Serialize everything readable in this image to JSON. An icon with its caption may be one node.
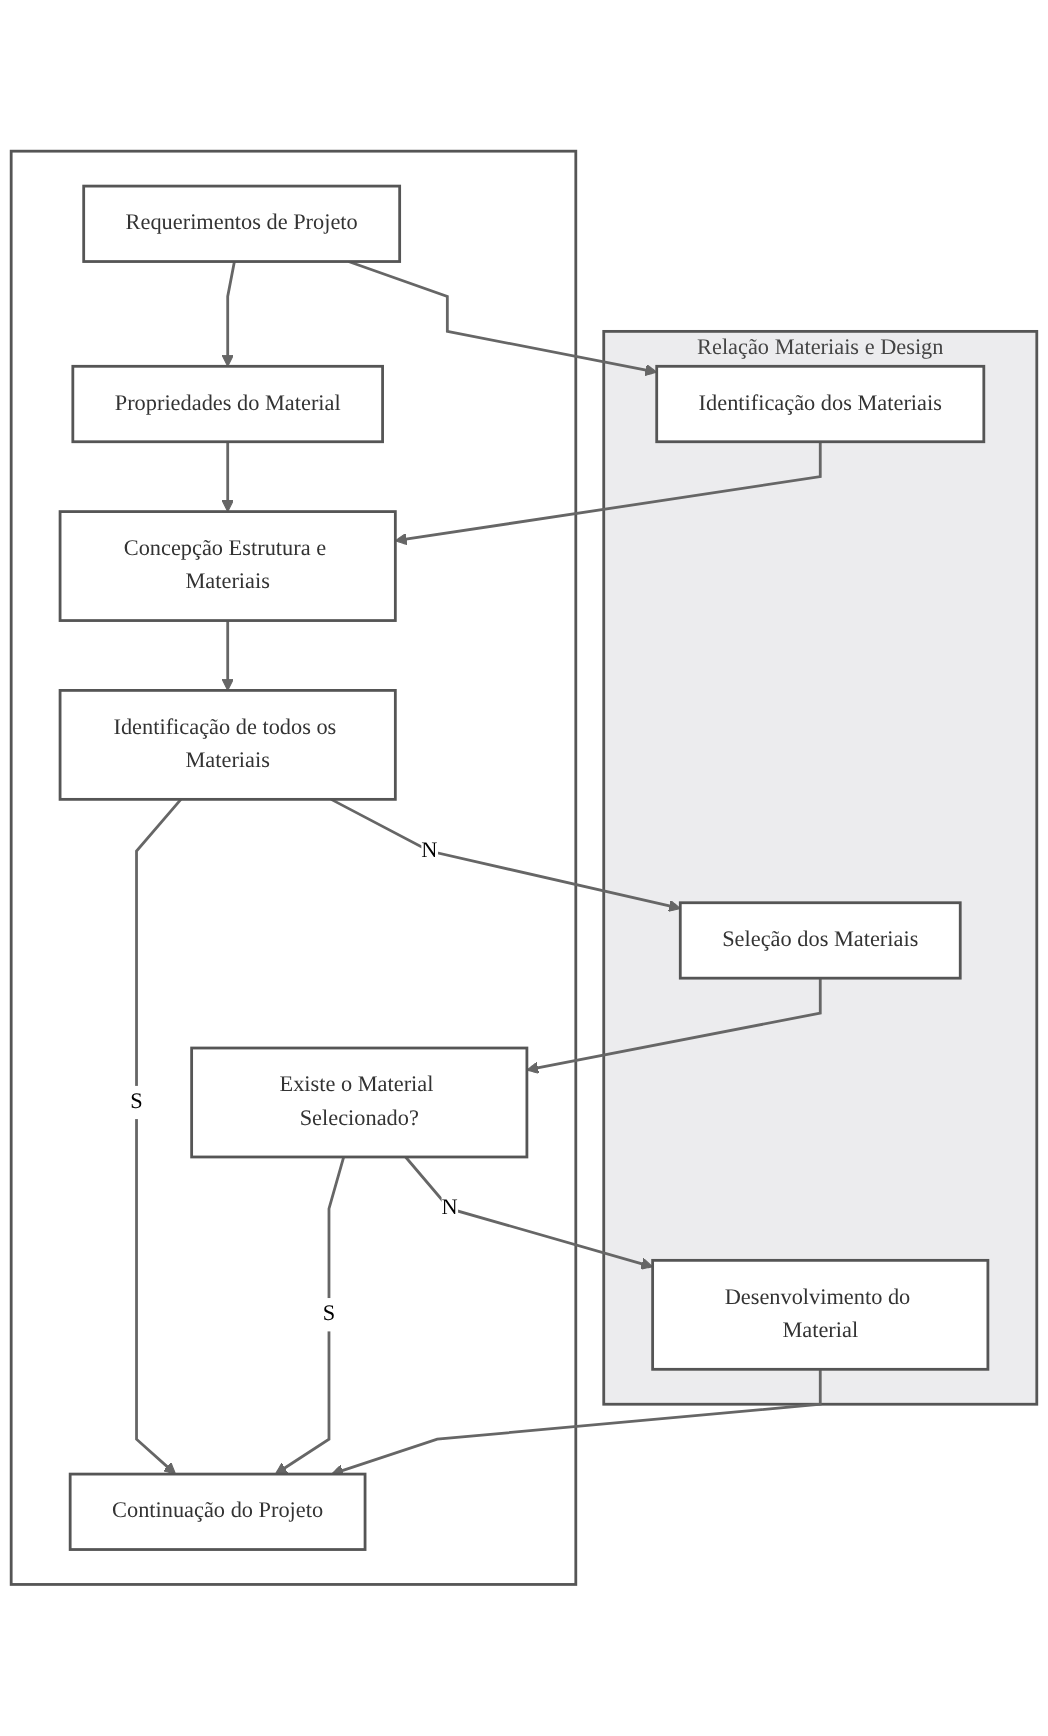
{
  "diagram": {
    "nodes": [
      {
        "text": [
          "Relação Materiais e Design"
        ]
      },
      {
        "text": [],
        "shape": "box"
      },
      {
        "text": [
          "Requerimentos de Projeto"
        ],
        "in": 1
      },
      {
        "text": [
          "Identificação dos Materiais"
        ],
        "in": 0
      },
      {
        "text": [
          "Propriedades do Material"
        ],
        "in": 1
      },
      {
        "text": [
          "Concepção Estrutura e Materiais"
        ],
        "in": 1
      },
      {
        "text": [
          "Identificação de todos os Materiais"
        ],
        "in": 1
      },
      {
        "text": [
          "Seleção dos Materiais"
        ],
        "in": 0
      },
      {
        "text": [
          "Existe o Material Selecionado?"
        ],
        "in": 1
      },
      {
        "text": [
          "Desenvolvimento do Material"
        ],
        "in": 0
      },
      {
        "text": [
          "Continuação do Projeto"
        ],
        "in": 1
      }
    ],
    "edges": [
      {
        "from": 2,
        "to": 3,
        "arrow": "to"
      },
      {
        "from": 2,
        "to": 4,
        "arrow": "to"
      },
      {
        "from": 3,
        "to": 5,
        "arrow": "to"
      },
      {
        "from": 4,
        "to": 5,
        "arrow": "to"
      },
      {
        "from": 5,
        "to": 6,
        "arrow": "to"
      },
      {
        "from": 6,
        "to": 7,
        "label": "N",
        "arrow": "to"
      },
      {
        "from": 6,
        "to": 10,
        "label": "S",
        "arrow": "to"
      },
      {
        "from": 7,
        "to": 8,
        "arrow": "to"
      },
      {
        "from": 8,
        "to": 9,
        "label": "N",
        "arrow": "to"
      },
      {
        "from": 8,
        "to": 10,
        "label": "S",
        "arrow": "to"
      },
      {
        "from": 9,
        "to": 10,
        "arrow": "to"
      }
    ]
  }
}
